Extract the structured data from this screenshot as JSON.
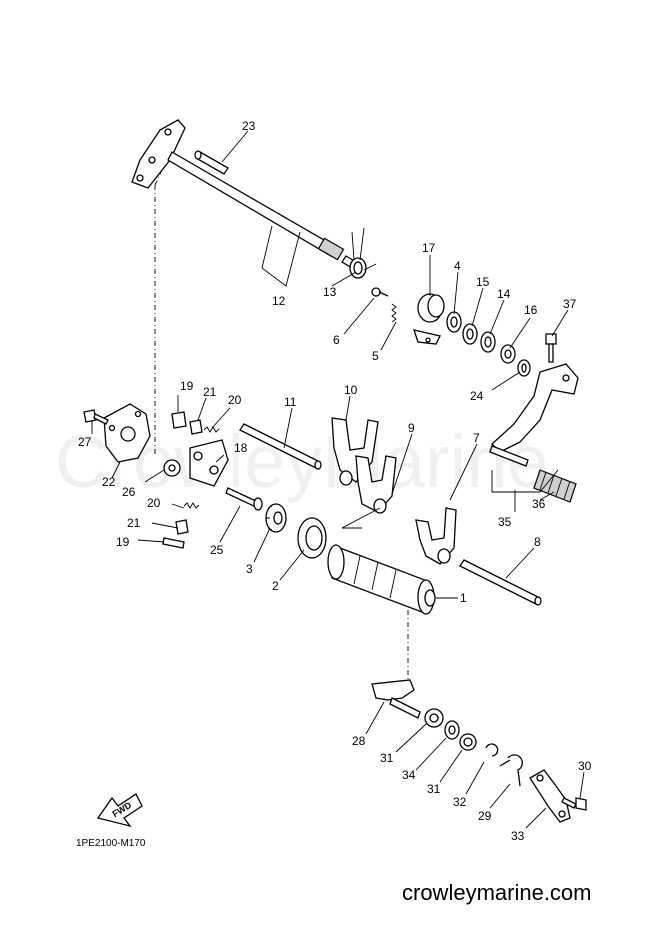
{
  "watermark": "CrowleyMarine",
  "website": "crowleymarine.com",
  "diagram_code": "1PE2100-M170",
  "fwd_label": "FWD",
  "callouts": {
    "c1": "1",
    "c2": "2",
    "c3": "3",
    "c4": "4",
    "c5": "5",
    "c6": "6",
    "c7": "7",
    "c8": "8",
    "c9": "9",
    "c10": "10",
    "c11": "11",
    "c12": "12",
    "c13": "13",
    "c14": "14",
    "c15": "15",
    "c16": "16",
    "c17": "17",
    "c18": "18",
    "c19a": "19",
    "c19b": "19",
    "c20a": "20",
    "c20b": "20",
    "c21a": "21",
    "c21b": "21",
    "c22": "22",
    "c23": "23",
    "c24": "24",
    "c25": "25",
    "c26": "26",
    "c27": "27",
    "c28": "28",
    "c29": "29",
    "c30": "30",
    "c31a": "31",
    "c31b": "31",
    "c32": "32",
    "c33": "33",
    "c34": "34",
    "c35": "35",
    "c36": "36",
    "c37": "37"
  }
}
